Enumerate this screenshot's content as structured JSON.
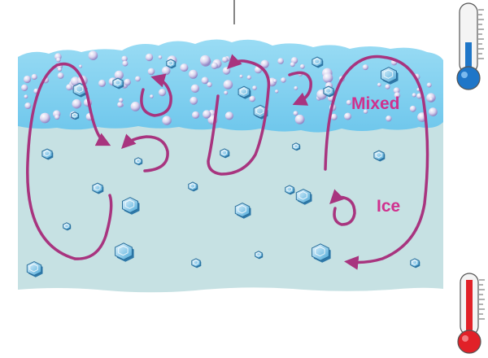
{
  "labels": {
    "mixed": "Mixed",
    "ice": "Ice"
  },
  "layers": {
    "mixed": {
      "color": "#84d3f0",
      "label_color": "#d0318e"
    },
    "ice": {
      "color": "#c6e1e3",
      "label_color": "#d0318e"
    }
  },
  "arrow_color": "#a8347f",
  "thermometers": [
    {
      "name": "cold-thermometer-icon",
      "fill_level": 0.4,
      "color": "#1f76c8"
    },
    {
      "name": "warm-thermometer-icon",
      "fill_level": 0.9,
      "color": "#e12128"
    }
  ],
  "icons": [
    "hexagonal-ice-crystal-icon",
    "air-bubble-icon",
    "circulation-arrow-icon",
    "thermometer-icon"
  ]
}
